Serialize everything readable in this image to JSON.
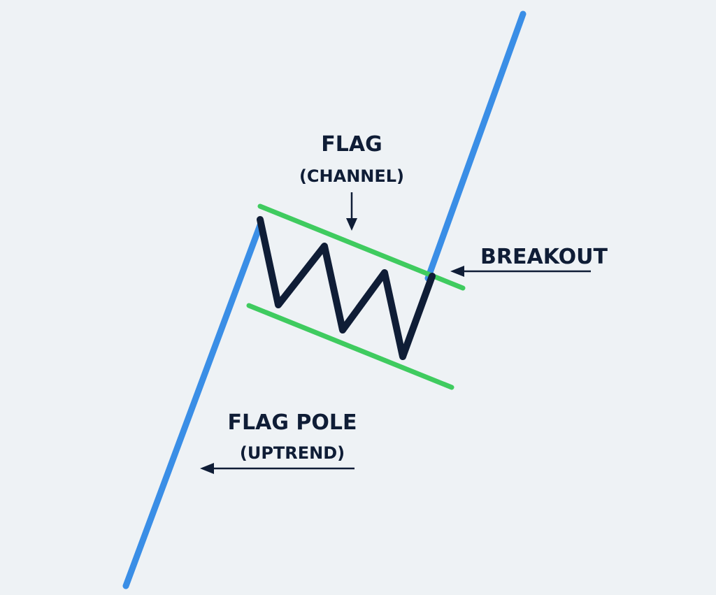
{
  "diagram": {
    "labels": {
      "flag_title": "FLAG",
      "flag_subtitle": "(CHANNEL)",
      "breakout": "BREAKOUT",
      "pole_title": "FLAG POLE",
      "pole_subtitle": "(UPTREND)"
    },
    "colors": {
      "background": "#eef2f5",
      "pole": "#3a8ee6",
      "channel": "#3fcb5f",
      "price": "#0f1d36",
      "text": "#0f1d36"
    }
  }
}
